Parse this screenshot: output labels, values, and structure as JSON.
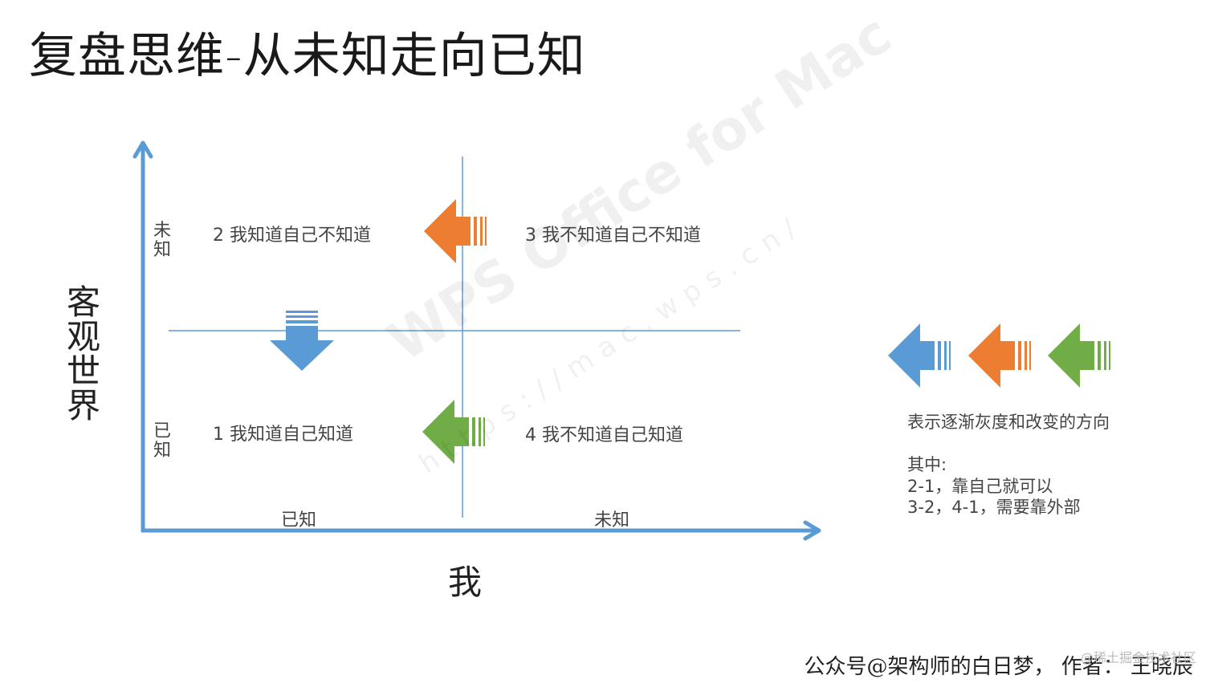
{
  "title": "复盘思维-从未知走向已知",
  "axes": {
    "y_title": "客观世界",
    "x_title": "我",
    "y_top_label": "未知",
    "y_bottom_label": "已知",
    "x_left_label": "已知",
    "x_right_label": "未知"
  },
  "quadrants": {
    "q1": "1 我知道自己知道",
    "q2": "2 我知道自己不知道",
    "q3": "3 我不知道自己不知道",
    "q4": "4 我不知道自己知道"
  },
  "arrows": {
    "q3_to_q2": {
      "color": "#ED7D31",
      "direction": "left",
      "icon": "arrow-left-striped"
    },
    "q2_to_q1": {
      "color": "#5B9BD5",
      "direction": "down",
      "icon": "arrow-down-striped"
    },
    "q4_to_q1": {
      "color": "#70AD47",
      "direction": "left",
      "icon": "arrow-left-striped"
    }
  },
  "legend": {
    "arrow_colors": [
      "#5B9BD5",
      "#ED7D31",
      "#70AD47"
    ],
    "description": "表示逐渐灰度和改变的方向",
    "note_heading": "其中:",
    "note_line_1": "2-1，靠自己就可以",
    "note_line_2": "3-2，4-1，需要靠外部"
  },
  "footer": "公众号@架构师的白日梦， 作者： 王晓辰",
  "watermark": {
    "main": "WPS Office for Mac",
    "url": "https://mac.wps.cn/",
    "corner": "@稀土掘金技术社区"
  },
  "colors": {
    "axis": "#5B9BD5",
    "divider": "#5B9BD5",
    "orange": "#ED7D31",
    "blue": "#5B9BD5",
    "green": "#70AD47"
  }
}
